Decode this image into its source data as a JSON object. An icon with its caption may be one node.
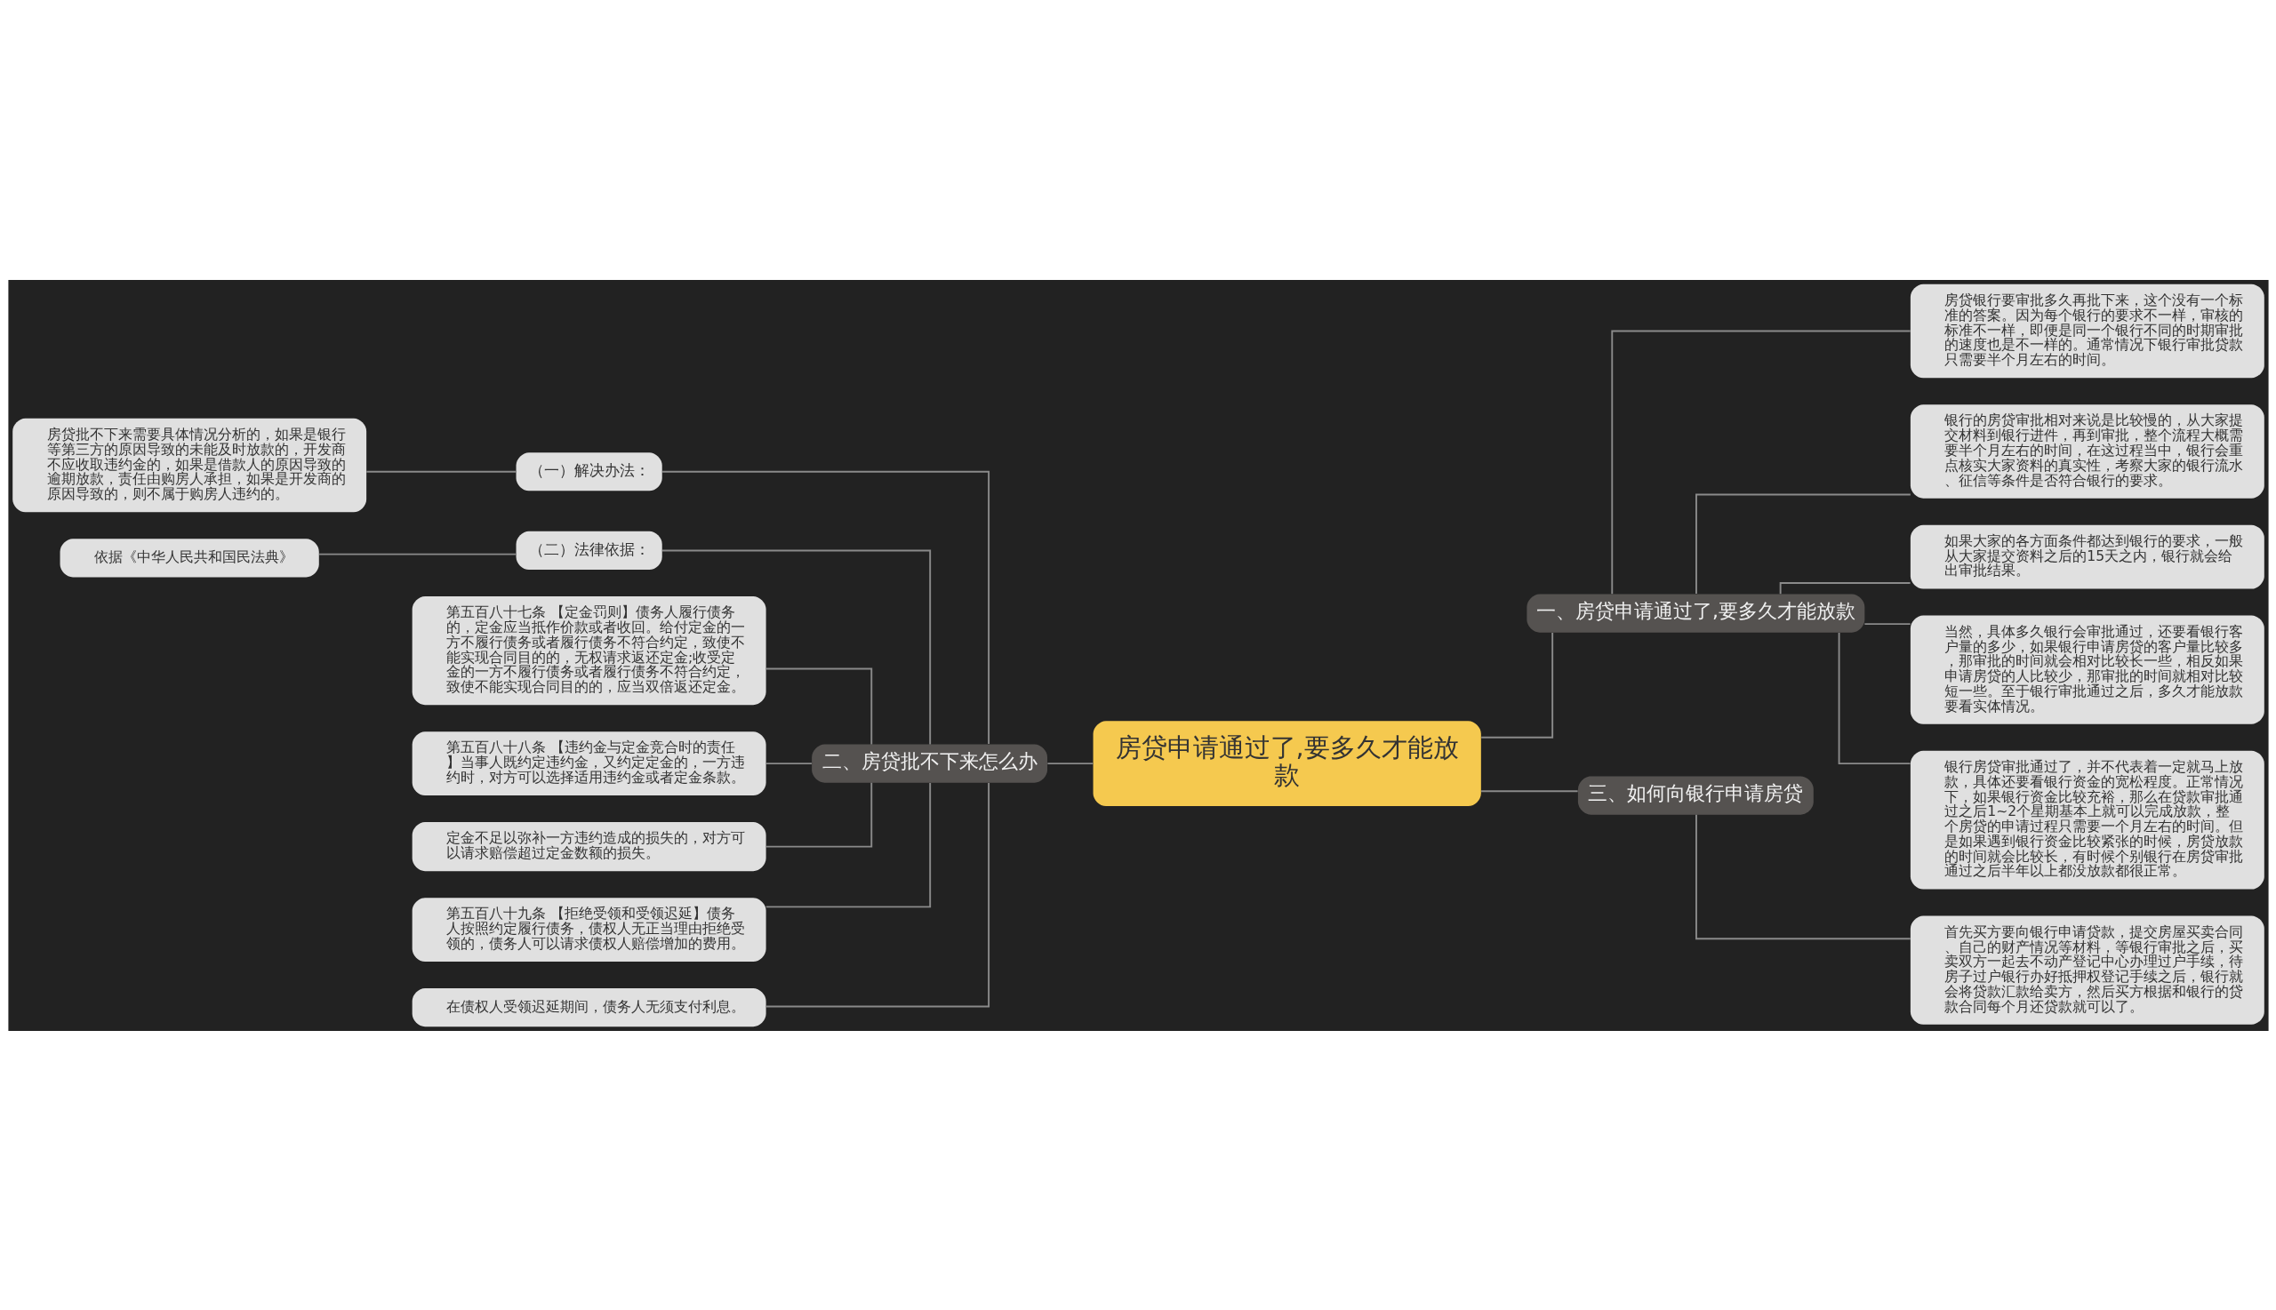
{
  "diagram": {
    "nodes": [
      {
        "text": [
          "房贷申请通过了,要多久才能放款"
        ]
      },
      {
        "text": [
          "一、房贷申请通过了,要多久才能放款"
        ]
      },
      {
        "text": [
          "房贷银行要审批多久再批下来，这个没有一个标准的答案。因为每个银行的要求不一样，审核的标准不一样，即便是同一个银行不同的时期审批的速度也是不一样的。通常情况下银行审批贷款只需要半个月左右的时间。"
        ]
      },
      {
        "text": [
          "银行的房贷审批相对来说是比较慢的，从大家提交材料到银行进件，再到审批，整个流程大概需要半个月左右的时间，在这过程当中，银行会重点核实大家资料的真实性，考察大家的银行流水、征信等条件是否符合银行的要求。"
        ]
      },
      {
        "text": [
          "如果大家的各方面条件都达到银行的要求，一般从大家提交资料之后的15天之内，银行就会给出审批结果。"
        ]
      },
      {
        "text": [
          "当然，具体多久银行会审批通过，还要看银行客户量的多少，如果银行申请房贷的客户量比较多，那审批的时间就会相对比较长一些，相反如果申请房贷的人比较少，那审批的时间就相对比较短一些。至于银行审批通过之后，多久才能放款要看实体情况。"
        ]
      },
      {
        "text": [
          "银行房贷审批通过了，并不代表着一定就马上放款，具体还要看银行资金的宽松程度。正常情况下，如果银行资金比较充裕，那么在贷款审批通过之后1~2个星期基本上就可以完成放款，整个房贷的申请过程只需要一个月左右的时间。但是如果遇到银行资金比较紧张的时候，房贷放款的时间就会比较长，有时候个别银行在房贷审批通过之后半年以上都没放款都很正常。"
        ]
      },
      {
        "text": [
          "二、房贷批不下来怎么办"
        ]
      },
      {
        "text": [
          "（一）解决办法："
        ]
      },
      {
        "text": [
          "房贷批不下来需要具体情况分析的，如果是银行等第三方的原因导致的未能及时放款的，开发商不应收取违约金的，如果是借款人的原因导致的逾期放款，责任由购房人承担，如果是开发商的原因导致的，则不属于购房人违约的。"
        ]
      },
      {
        "text": [
          "（二）法律依据："
        ]
      },
      {
        "text": [
          "依据《中华人民共和国民法典》"
        ]
      },
      {
        "text": [
          "第五百八十七条 【定金罚则】债务人履行债务的，定金应当抵作价款或者收回。给付定金的一方不履行债务或者履行债务不符合约定，致使不能实现合同目的的，无权请求返还定金;收受定金的一方不履行债务或者履行债务不符合约定，致使不能实现合同目的的，应当双倍返还定金。"
        ]
      },
      {
        "text": [
          "第五百八十八条 【违约金与定金竞合时的责任】当事人既约定违约金，又约定定金的，一方违约时，对方可以选择适用违约金或者定金条款。"
        ]
      },
      {
        "text": [
          "定金不足以弥补一方违约造成的损失的，对方可以请求赔偿超过定金数额的损失。"
        ]
      },
      {
        "text": [
          "第五百八十九条 【拒绝受领和受领迟延】债务人按照约定履行债务，债权人无正当理由拒绝受领的，债务人可以请求债权人赔偿增加的费用。"
        ]
      },
      {
        "text": [
          "在债权人受领迟延期间，债务人无须支付利息。"
        ]
      },
      {
        "text": [
          "三、如何向银行申请房贷"
        ]
      },
      {
        "text": [
          "首先买方要向银行申请贷款，提交房屋买卖合同、自己的财产情况等材料，等银行审批之后，买卖双方一起去不动产登记中心办理过户手续，待房子过户银行办好抵押权登记手续之后，银行就会将贷款汇款给卖方，然后买方根据和银行的贷款合同每个月还贷款就可以了。"
        ]
      }
    ],
    "edges": [
      {
        "from": 0,
        "to": 1,
        "arrow": "none"
      },
      {
        "from": 1,
        "to": 2,
        "arrow": "none"
      },
      {
        "from": 1,
        "to": 3,
        "arrow": "none"
      },
      {
        "from": 1,
        "to": 4,
        "arrow": "none"
      },
      {
        "from": 1,
        "to": 5,
        "arrow": "none"
      },
      {
        "from": 1,
        "to": 6,
        "arrow": "none"
      },
      {
        "from": 0,
        "to": 7,
        "arrow": "none"
      },
      {
        "from": 7,
        "to": 8,
        "arrow": "none"
      },
      {
        "from": 8,
        "to": 9,
        "arrow": "none"
      },
      {
        "from": 7,
        "to": 10,
        "arrow": "none"
      },
      {
        "from": 10,
        "to": 11,
        "arrow": "none"
      },
      {
        "from": 7,
        "to": 12,
        "arrow": "none"
      },
      {
        "from": 7,
        "to": 13,
        "arrow": "none"
      },
      {
        "from": 7,
        "to": 14,
        "arrow": "none"
      },
      {
        "from": 7,
        "to": 15,
        "arrow": "none"
      },
      {
        "from": 7,
        "to": 16,
        "arrow": "none"
      },
      {
        "from": 0,
        "to": 17,
        "arrow": "none"
      },
      {
        "from": 17,
        "to": 18,
        "arrow": "none"
      }
    ]
  }
}
